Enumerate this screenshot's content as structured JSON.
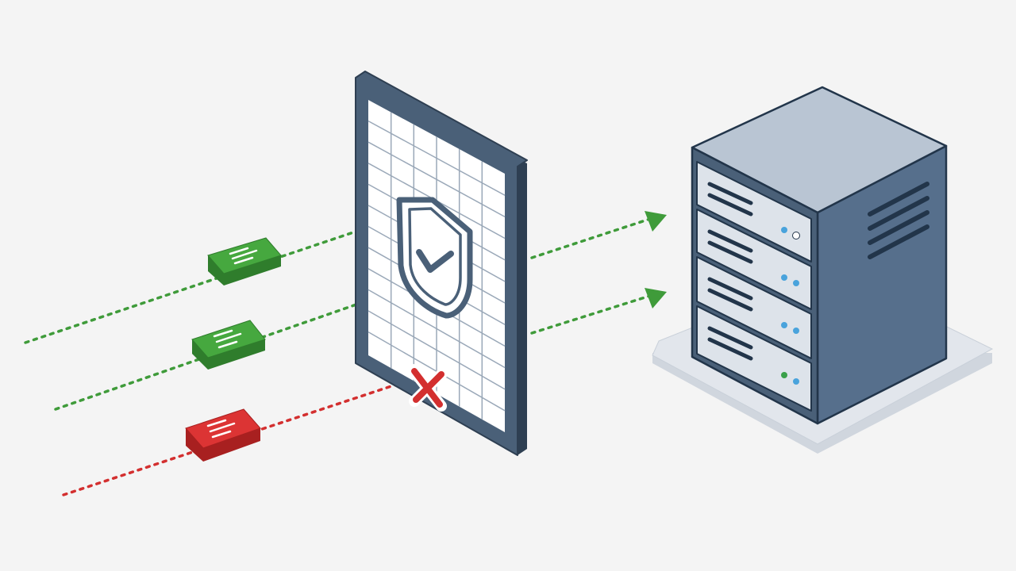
{
  "colors": {
    "background": "#f4f4f4",
    "allowed": "#3f9b3a",
    "allowed_dark": "#2f7d2c",
    "blocked": "#d32f2f",
    "blocked_dark": "#a82020",
    "frame": "#4a6078",
    "frame_dark": "#2e3f52",
    "grid_fill": "#ffffff",
    "grid_line": "#9aa8b8",
    "server_top": "#b9c5d3",
    "server_side": "#566f8c",
    "server_front": "#dde3ea",
    "outline": "#22354a",
    "base": "#e2e6ec",
    "led_blue": "#49a3dc",
    "led_green": "#3aa04a",
    "led_white": "#ffffff"
  },
  "diagram": {
    "firewall": {
      "icon": "shield-check-icon"
    },
    "packets": [
      {
        "id": "packet-1",
        "status": "allowed",
        "icon": "message-lines-icon"
      },
      {
        "id": "packet-2",
        "status": "allowed",
        "icon": "message-lines-icon"
      },
      {
        "id": "packet-3",
        "status": "blocked",
        "icon": "message-lines-icon"
      }
    ],
    "blocked_marker": {
      "icon": "x-mark-icon"
    },
    "server": {
      "icon": "server-rack-icon",
      "units": [
        {
          "led": "white"
        },
        {
          "led": "blue"
        },
        {
          "led": "blue"
        },
        {
          "led": "green-blue"
        }
      ]
    }
  }
}
